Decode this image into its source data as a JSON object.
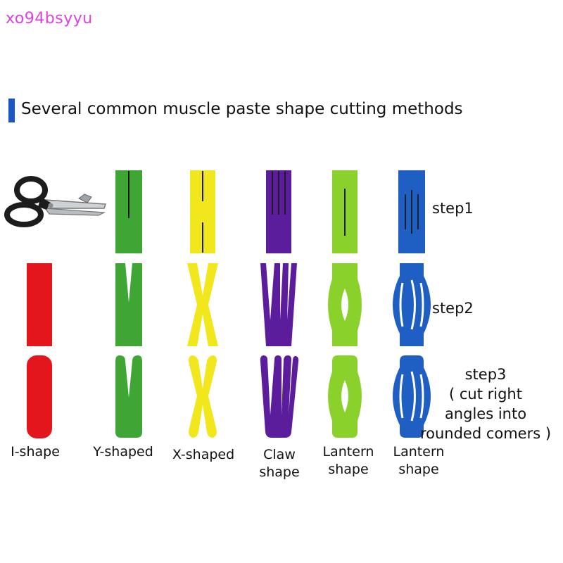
{
  "watermark": "xo94bsyyu",
  "heading": "Several common muscle paste shape cutting methods",
  "colors": {
    "accent": "#1a56c4",
    "watermark": "#e040e0",
    "i_shape": "#e3161b",
    "y_shape": "#3fa535",
    "x_shape": "#f2e61c",
    "claw_shape": "#5b1d9c",
    "lantern_green": "#8bd12b",
    "lantern_blue": "#1f5fc4"
  },
  "icons": [
    "scissors-icon"
  ],
  "steps": {
    "step1": "step1",
    "step2": "step2",
    "step3_line1": "step3",
    "step3_line2": "( cut right",
    "step3_line3": "angles into",
    "step3_line4": "rounded comers )"
  },
  "shapes": [
    {
      "line1": "I-shape",
      "line2": ""
    },
    {
      "line1": "Y-shaped",
      "line2": ""
    },
    {
      "line1": "X-shaped",
      "line2": ""
    },
    {
      "line1": "Claw",
      "line2": "shape"
    },
    {
      "line1": "Lantern",
      "line2": "shape"
    },
    {
      "line1": "Lantern",
      "line2": "shape"
    }
  ]
}
